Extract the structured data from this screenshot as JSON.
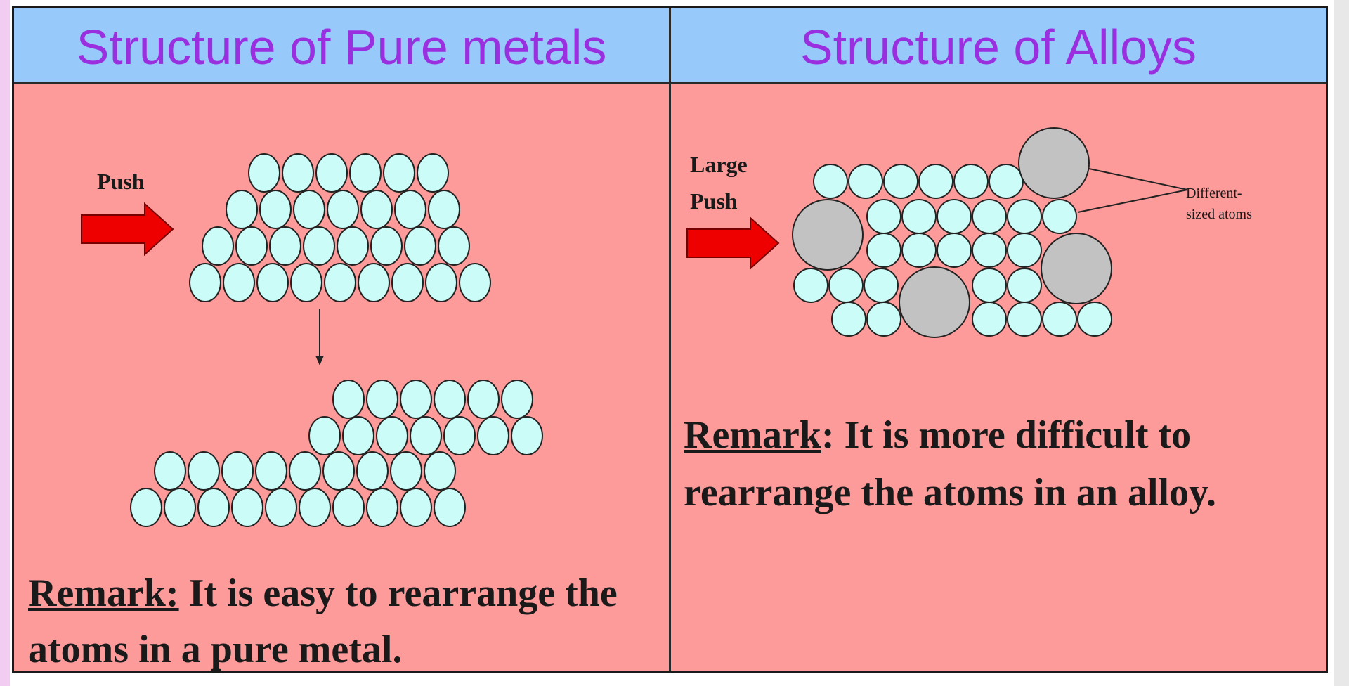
{
  "left_panel": {
    "title": "Structure of Pure metals",
    "push_label": "Push",
    "remark_keyword": "Remark:",
    "remark_text": " It is easy to rearrange the atoms in a pure metal."
  },
  "right_panel": {
    "title": "Structure of Alloys",
    "push_label_line1": "Large",
    "push_label_line2": "Push",
    "annotation_line1": "Different-",
    "annotation_line2": "sized atoms",
    "remark_keyword": "Remark",
    "remark_text": ": It is more difficult to rearrange the atoms in an alloy."
  },
  "colors": {
    "header_bg": "#98c9fb",
    "title_text": "#9a2fe0",
    "panel_bg": "#fd9a9a",
    "atom_small": "#ccfcf8",
    "atom_large": "#c2c2c2",
    "arrow": "#ee0000"
  }
}
